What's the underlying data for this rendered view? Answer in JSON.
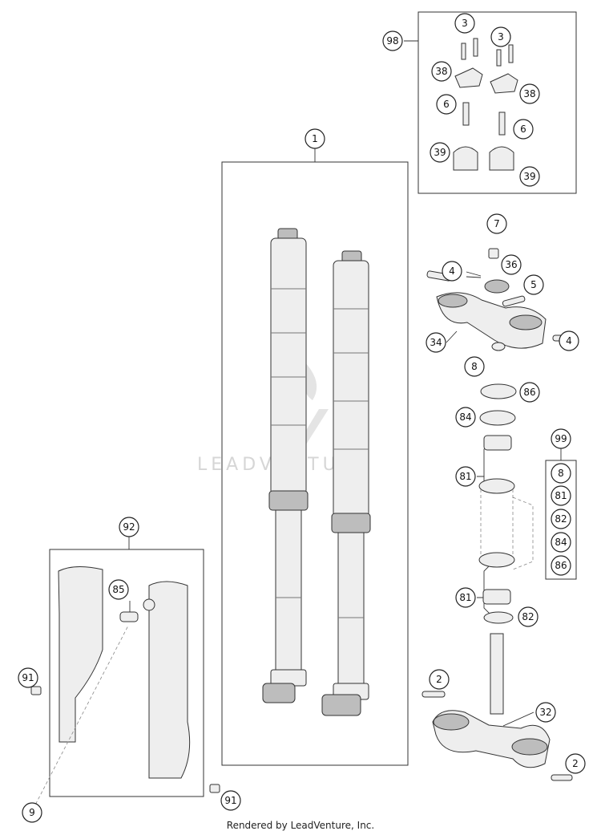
{
  "callouts": [
    "98",
    "3",
    "3",
    "38",
    "38",
    "6",
    "6",
    "39",
    "39",
    "1",
    "7",
    "4",
    "36",
    "5",
    "34",
    "4",
    "8",
    "86",
    "84",
    "99",
    "81",
    "8",
    "81",
    "82",
    "84",
    "86",
    "81",
    "82",
    "92",
    "85",
    "2",
    "32",
    "91",
    "2",
    "9",
    "91"
  ],
  "watermark": "LEADVENTURE",
  "footer": "Rendered by LeadVenture, Inc."
}
